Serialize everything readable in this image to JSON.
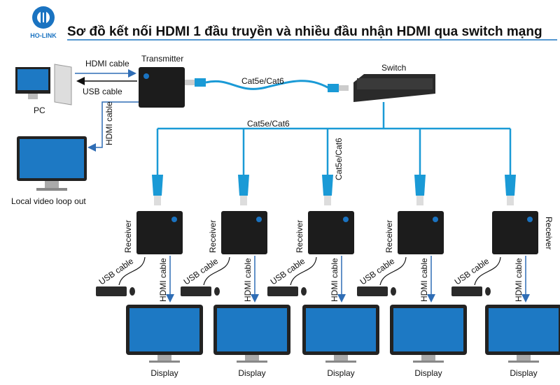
{
  "logo": {
    "text": "HO-LINK",
    "color": "#1a73c1"
  },
  "title": "Sơ đồ kết nối HDMI 1 đầu truyền và nhiều đầu nhận HDMI qua switch mạng",
  "colors": {
    "cable": "#1a9ad6",
    "arrow": "#2f6db5",
    "device": "#1c1c1c",
    "screen": "#1d79c4"
  },
  "source": {
    "pc_label": "PC",
    "hdmi_cable_label": "HDMI cable",
    "usb_cable_label": "USB cable",
    "transmitter_label": "Transmitter",
    "loop_hdmi_label": "HDMI cable",
    "local_monitor_label": "Local video loop out"
  },
  "network": {
    "link_label": "Cat5e/Cat6",
    "switch_label": "Switch",
    "bus_label": "Cat5e/Cat6",
    "drop_label": "Cat5e/Cat6"
  },
  "receivers": [
    {
      "receiver_label": "Receiver",
      "usb_label": "USB cable",
      "hdmi_label": "HDMI cable",
      "display_label": "Display"
    },
    {
      "receiver_label": "Receiver",
      "usb_label": "USB cable",
      "hdmi_label": "HDMI cable",
      "display_label": "Display"
    },
    {
      "receiver_label": "Receiver",
      "usb_label": "USB cable",
      "hdmi_label": "HDMI cable",
      "display_label": "Display"
    },
    {
      "receiver_label": "Receiver",
      "usb_label": "USB cable",
      "hdmi_label": "HDMI cable",
      "display_label": "Display"
    },
    {
      "receiver_label": "Receiver",
      "usb_label": "USB cable",
      "hdmi_label": "HDMI cable",
      "display_label": "Display"
    }
  ]
}
